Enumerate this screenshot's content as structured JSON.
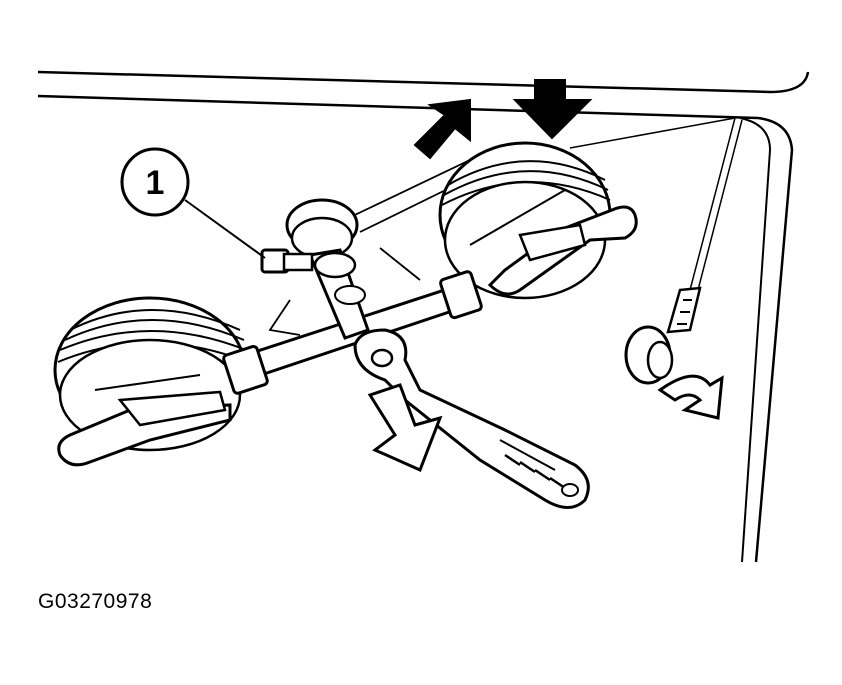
{
  "callouts": [
    {
      "number": "1"
    }
  ],
  "figure_code": "G03270978",
  "colors": {
    "ink": "#000000",
    "paper": "#ffffff",
    "arrow_fill": "#000000",
    "outline_arrow_fill": "#ffffff"
  },
  "parts": {
    "glass": "glass-panel-edge",
    "cups": [
      "suction-cup-left",
      "suction-cup-right"
    ],
    "tools": [
      "ratchet-handle",
      "screwdriver",
      "bolt"
    ]
  }
}
